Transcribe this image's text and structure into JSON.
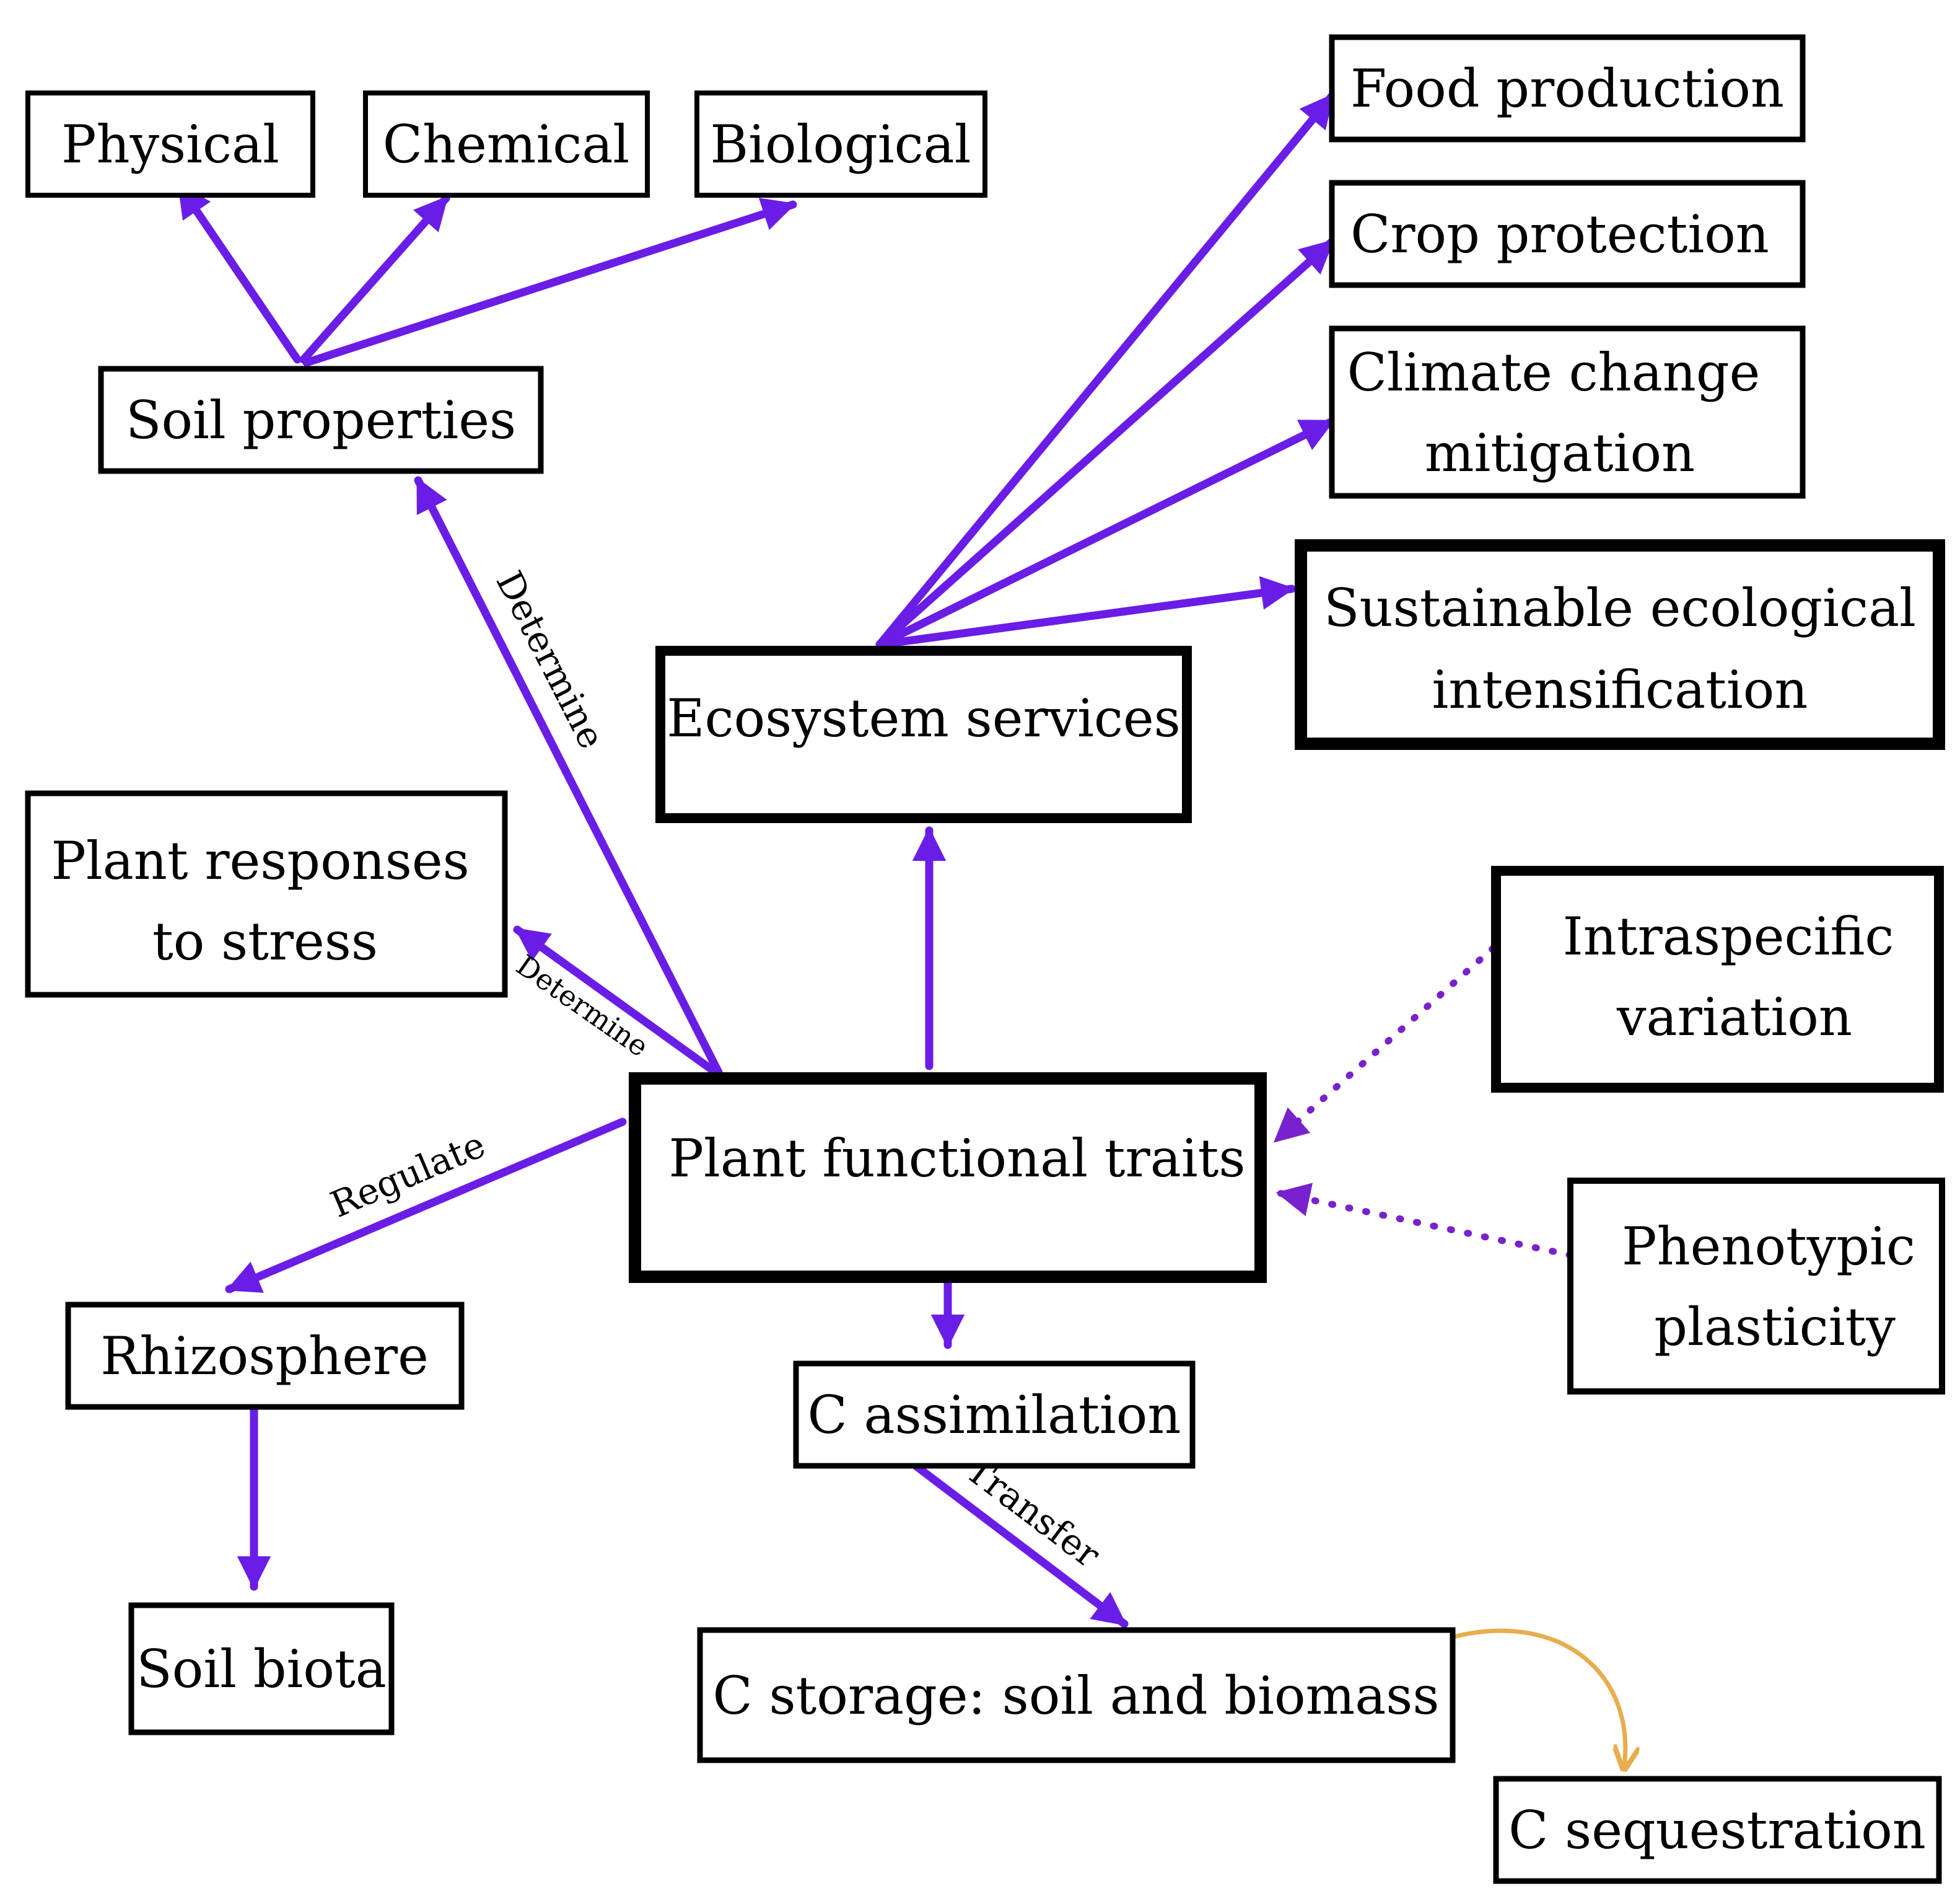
{
  "colors": {
    "arrow": "#6a1de6",
    "dotted_arrow": "#7722cc",
    "curve_arrow": "#e8ad4d",
    "box_stroke": "#000000",
    "text": "#000000"
  },
  "nodes": {
    "physical": {
      "label": "Physical"
    },
    "chemical": {
      "label": "Chemical"
    },
    "biological": {
      "label": "Biological"
    },
    "soil_properties": {
      "label": "Soil properties"
    },
    "food_production": {
      "label": "Food production"
    },
    "crop_protection": {
      "label": "Crop protection"
    },
    "climate_change": {
      "line1": "Climate change",
      "line2": "mitigation"
    },
    "sustainable": {
      "line1": "Sustainable ecological",
      "line2": "intensification"
    },
    "ecosystem_services": {
      "label": "Ecosystem services"
    },
    "plant_responses": {
      "line1": "Plant responses",
      "line2": "to stress"
    },
    "intraspecific": {
      "line1": "Intraspecific",
      "line2": "variation"
    },
    "plant_traits": {
      "label": "Plant functional traits"
    },
    "phenotypic": {
      "line1": "Phenotypic",
      "line2": "plasticity"
    },
    "rhizosphere": {
      "label": "Rhizosphere"
    },
    "c_assimilation": {
      "label": "C assimilation"
    },
    "soil_biota": {
      "label": "Soil biota"
    },
    "c_storage": {
      "label": "C storage: soil and biomass"
    },
    "c_sequestration": {
      "label": "C sequestration"
    }
  },
  "edge_labels": {
    "determine_soil": "Determine",
    "determine_stress": "Determine",
    "regulate": "Regulate",
    "transfer": "Transfer"
  }
}
